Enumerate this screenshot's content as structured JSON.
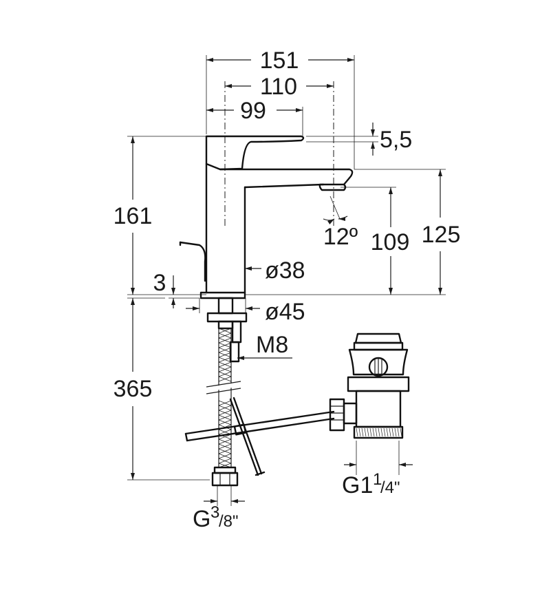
{
  "dimensions": {
    "width_151": "151",
    "width_110": "110",
    "width_99": "99",
    "gap_5_5": "5,5",
    "height_161": "161",
    "angle_12": "12º",
    "height_109": "109",
    "height_125": "125",
    "dia_38": "ø38",
    "thk_3": "3",
    "dia_45": "ø45",
    "thread_m8": "M8",
    "hose_365": "365",
    "waste_g": "G1",
    "waste_frac_num": "1",
    "waste_frac_den": "/4\"",
    "inlet_g": "G",
    "inlet_frac_num": "3",
    "inlet_frac_den": "/8\""
  }
}
